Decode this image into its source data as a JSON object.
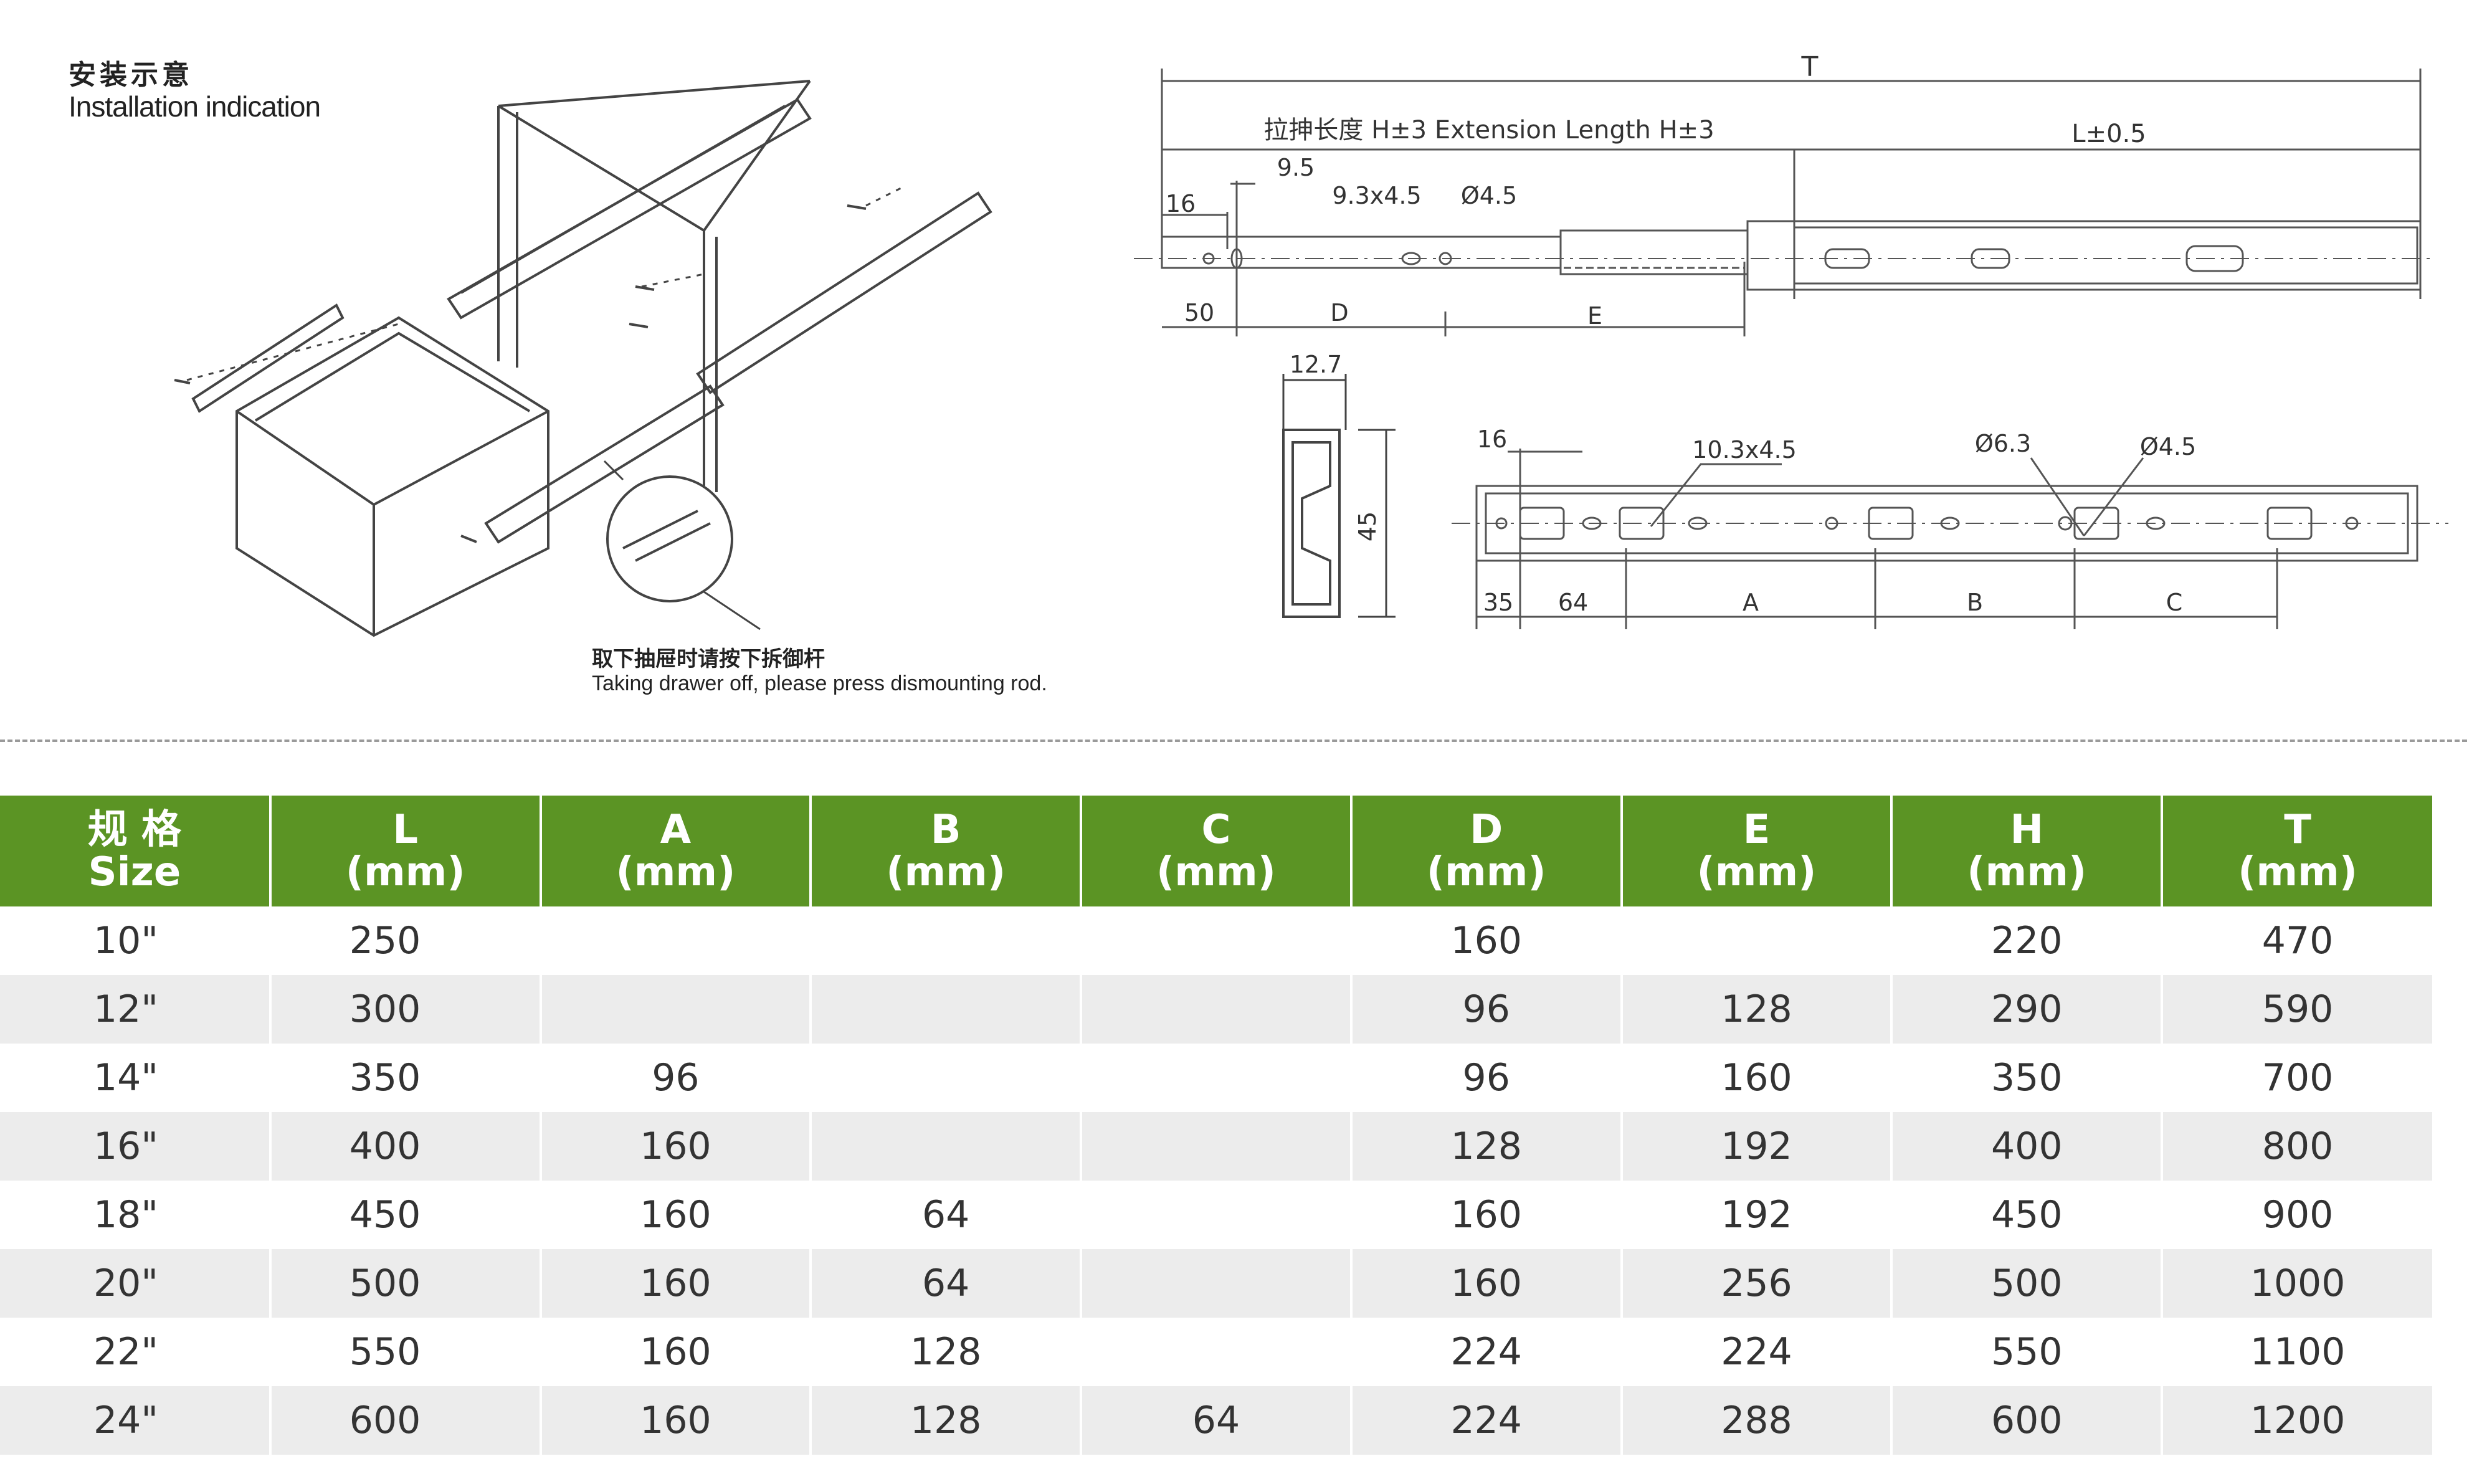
{
  "installation": {
    "title_cn": "安装示意",
    "title_en": "Installation indication",
    "dismount_cn": "取下抽屉时请按下拆御杆",
    "dismount_en": "Taking drawer off, please press dismounting rod."
  },
  "top_drawing": {
    "T": "T",
    "extension": "拉抻长度 H±3  Extension Length H±3",
    "L_tol": "L±0.5",
    "d95": "9.5",
    "d16": "16",
    "slot": "9.3x4.5",
    "hole": "Ø4.5",
    "d50": "50",
    "D": "D",
    "E": "E"
  },
  "profile": {
    "width": "12.7",
    "height": "45"
  },
  "bottom_drawing": {
    "d16": "16",
    "slot": "10.3x4.5",
    "hole63": "Ø6.3",
    "hole45": "Ø4.5",
    "d35": "35",
    "d64": "64",
    "A": "A",
    "B": "B",
    "C": "C"
  },
  "table": {
    "headers": [
      {
        "top": "规 格",
        "bottom": "Size"
      },
      {
        "top": "L",
        "bottom": "(mm)"
      },
      {
        "top": "A",
        "bottom": "(mm)"
      },
      {
        "top": "B",
        "bottom": "(mm)"
      },
      {
        "top": "C",
        "bottom": "(mm)"
      },
      {
        "top": "D",
        "bottom": "(mm)"
      },
      {
        "top": "E",
        "bottom": "(mm)"
      },
      {
        "top": "H",
        "bottom": "(mm)"
      },
      {
        "top": "T",
        "bottom": "(mm)"
      }
    ],
    "rows": [
      [
        "10\"",
        "250",
        "",
        "",
        "",
        "160",
        "",
        "220",
        "470"
      ],
      [
        "12\"",
        "300",
        "",
        "",
        "",
        "96",
        "128",
        "290",
        "590"
      ],
      [
        "14\"",
        "350",
        "96",
        "",
        "",
        "96",
        "160",
        "350",
        "700"
      ],
      [
        "16\"",
        "400",
        "160",
        "",
        "",
        "128",
        "192",
        "400",
        "800"
      ],
      [
        "18\"",
        "450",
        "160",
        "64",
        "",
        "160",
        "192",
        "450",
        "900"
      ],
      [
        "20\"",
        "500",
        "160",
        "64",
        "",
        "160",
        "256",
        "500",
        "1000"
      ],
      [
        "22\"",
        "550",
        "160",
        "128",
        "",
        "224",
        "224",
        "550",
        "1100"
      ],
      [
        "24\"",
        "600",
        "160",
        "128",
        "64",
        "224",
        "288",
        "600",
        "1200"
      ]
    ]
  },
  "colors": {
    "header_green": "#5b9424",
    "row_alt": "#ececec"
  }
}
